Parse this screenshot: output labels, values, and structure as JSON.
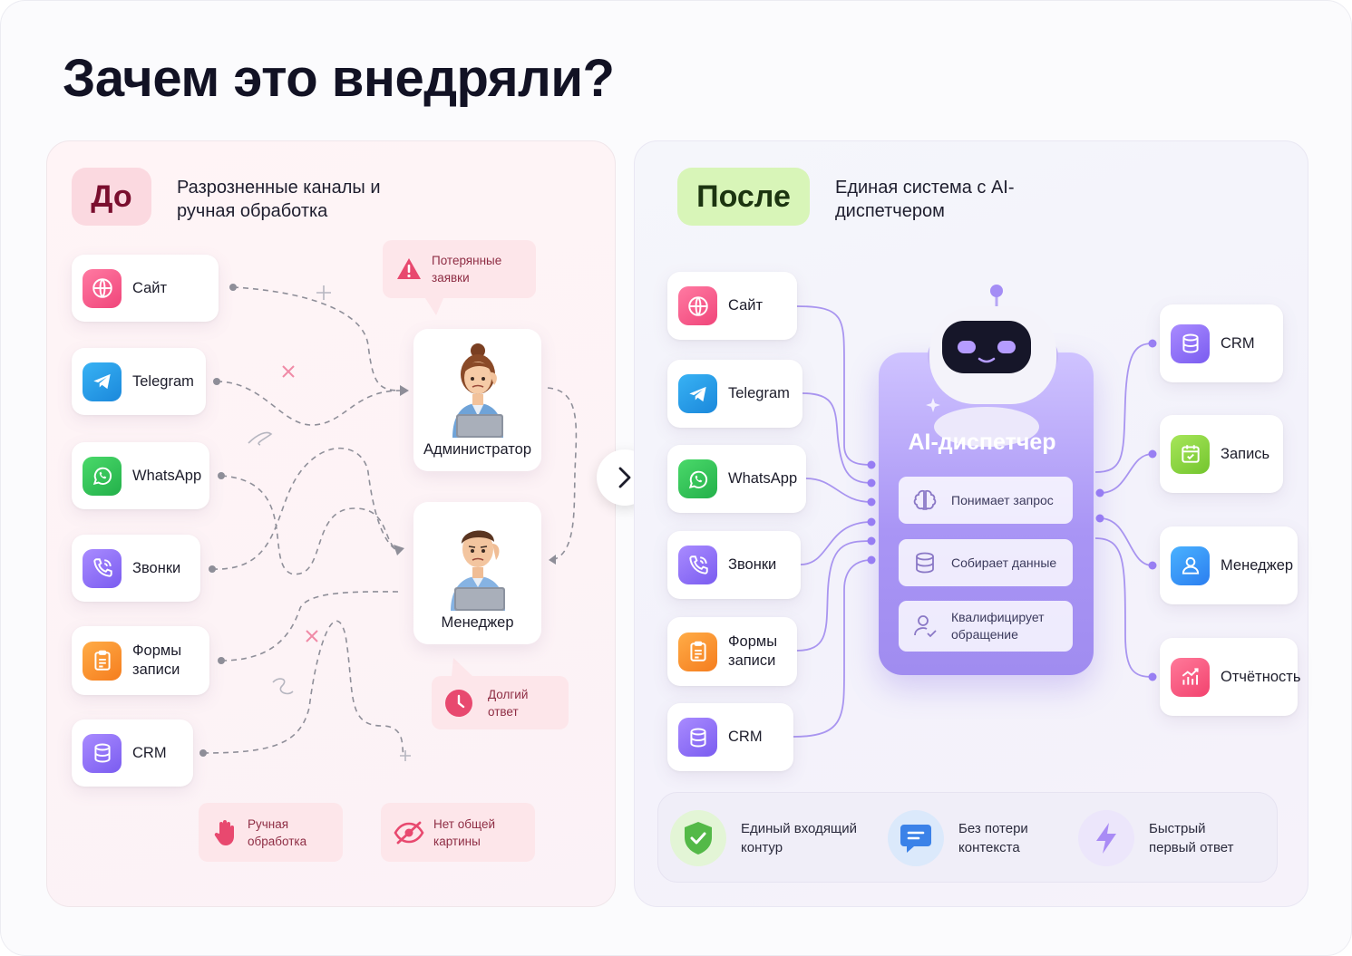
{
  "title": "Зачем это внедряли?",
  "before": {
    "badge": "До",
    "subtitle": "Разрозненные каналы и ручная обработка",
    "channels": [
      "Сайт",
      "Telegram",
      "WhatsApp",
      "Звонки",
      "Формы записи",
      "CRM"
    ],
    "roles": {
      "admin": "Администратор",
      "manager": "Менеджер"
    },
    "problems": {
      "lost": "Потерянные заявки",
      "slow": "Долгий ответ",
      "manual": "Ручная обработка",
      "no_overview": "Нет общей картины"
    }
  },
  "after": {
    "badge": "После",
    "subtitle": "Единая система с AI-диспетчером",
    "channels": [
      "Сайт",
      "Telegram",
      "WhatsApp",
      "Звонки",
      "Формы записи",
      "CRM"
    ],
    "dispatcher": {
      "title": "AI-диспетчер",
      "steps": [
        "Понимает запрос",
        "Собирает данные",
        "Квалифицирует обращение"
      ]
    },
    "outputs": [
      "CRM",
      "Запись",
      "Менеджер",
      "Отчётность"
    ],
    "benefits": [
      "Единый входящий контур",
      "Без потери контекста",
      "Быстрый первый ответ"
    ]
  },
  "colors": {
    "before_badge": "#fbd9e0",
    "after_badge": "#d8f5b8",
    "ai_accent": "#a08cf0",
    "line": "#a995f0"
  }
}
